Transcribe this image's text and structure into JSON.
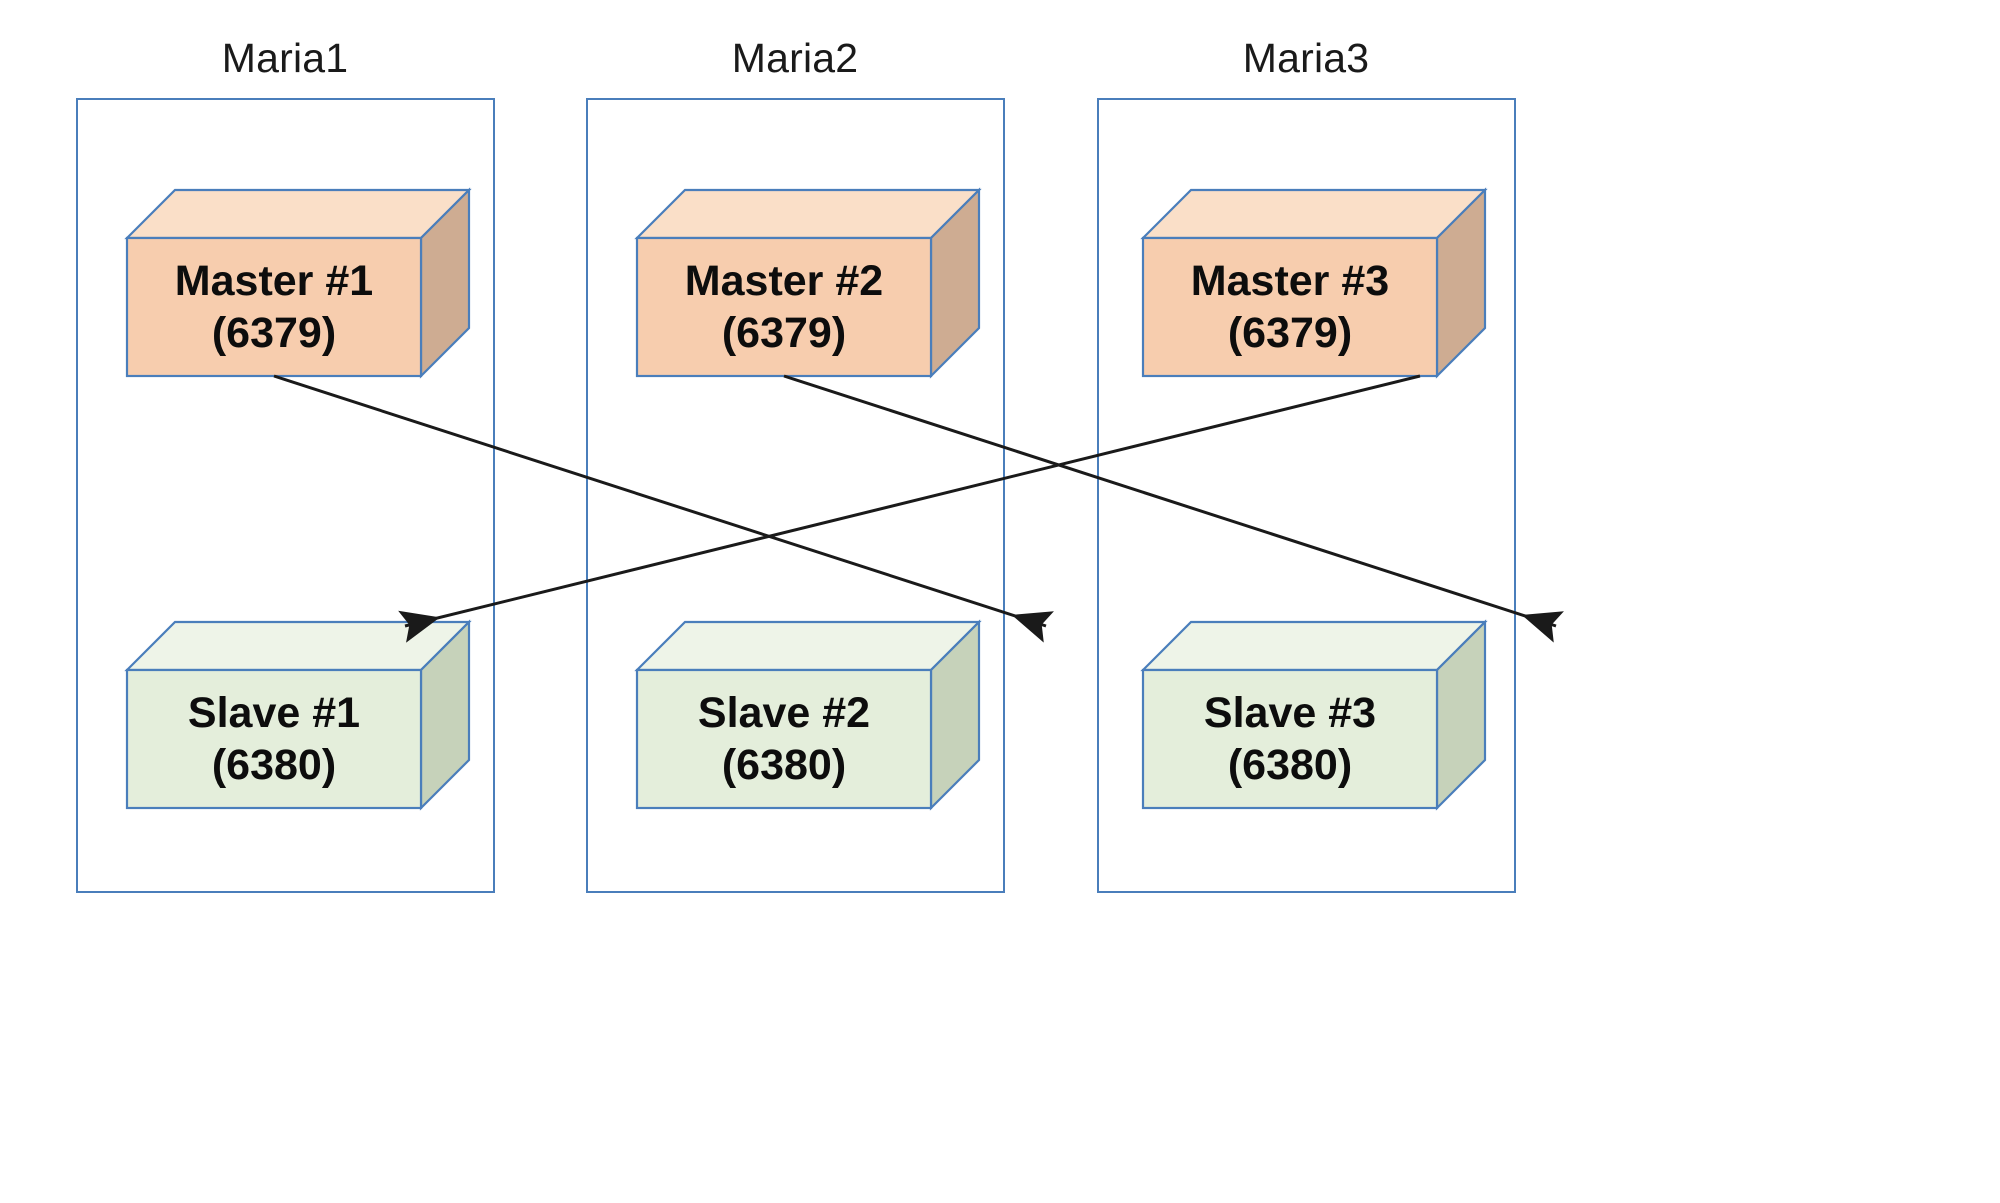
{
  "diagram": {
    "title_hosts": [
      "Maria1",
      "Maria2",
      "Maria3"
    ],
    "background_color": "#ffffff",
    "container_border_color": "#4a7ebb",
    "edge_color": "#1a1a1a",
    "master_colors": {
      "front": "#f7cdae",
      "top": "#fadfc8",
      "side": "#ceac92",
      "stroke": "#4a7ebb"
    },
    "slave_colors": {
      "front": "#e4eedb",
      "top": "#eef4e8",
      "side": "#c6d2ba",
      "stroke": "#4a7ebb"
    },
    "hosts": [
      {
        "name": "Maria1",
        "master": {
          "label": "Master #1",
          "port": "(6379)"
        },
        "slave": {
          "label": "Slave #1",
          "port": "(6380)"
        }
      },
      {
        "name": "Maria2",
        "master": {
          "label": "Master #2",
          "port": "(6379)"
        },
        "slave": {
          "label": "Slave #2",
          "port": "(6380)"
        }
      },
      {
        "name": "Maria3",
        "master": {
          "label": "Master #3",
          "port": "(6379)"
        },
        "slave": {
          "label": "Slave #3",
          "port": "(6380)"
        }
      }
    ],
    "replication_links": [
      {
        "from": "Master #1",
        "to": "Slave #2"
      },
      {
        "from": "Master #2",
        "to": "Slave #3"
      },
      {
        "from": "Master #3",
        "to": "Slave #1"
      }
    ]
  }
}
